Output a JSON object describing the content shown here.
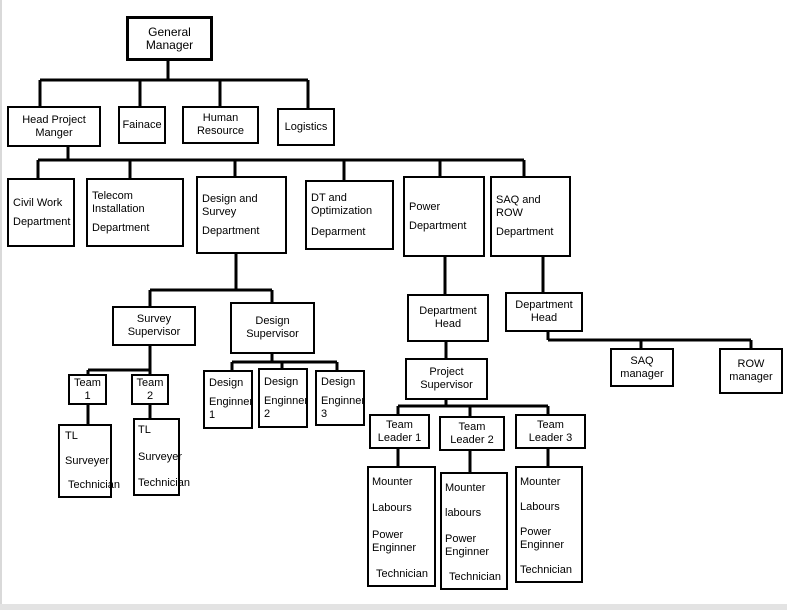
{
  "chart": {
    "root": {
      "label": "General Manager"
    },
    "level1": [
      {
        "label": "Head Project Manger"
      },
      {
        "label": "Fainace"
      },
      {
        "label": "Human Resource"
      },
      {
        "label": "Logistics"
      }
    ],
    "departments": [
      {
        "lines": [
          "Civil Work",
          "Department"
        ]
      },
      {
        "lines": [
          "Telecom Installation",
          "Department"
        ]
      },
      {
        "lines": [
          "Design and Survey",
          "Department"
        ]
      },
      {
        "lines": [
          "DT and Optimization",
          "Deparment"
        ]
      },
      {
        "lines": [
          "Power",
          "Department"
        ]
      },
      {
        "lines": [
          "SAQ and ROW",
          "Department"
        ]
      }
    ],
    "design_survey": {
      "survey_supervisor": "Survey Supervisor",
      "design_supervisor": "Design Supervisor",
      "teams": [
        {
          "label": "Team 1",
          "members": [
            "TL",
            "Surveyer",
            "Technician"
          ]
        },
        {
          "label": "Team 2",
          "members": [
            "TL",
            "Surveyer",
            "Technician"
          ]
        }
      ],
      "design_engineers": [
        {
          "lines": [
            "Design",
            "Enginner 1"
          ]
        },
        {
          "lines": [
            "Design",
            "Enginner 2"
          ]
        },
        {
          "lines": [
            "Design",
            "Enginner 3"
          ]
        }
      ]
    },
    "power": {
      "department_head": "Department Head",
      "project_supervisor": "Project Supervisor",
      "team_leaders": [
        {
          "label": "Team Leader 1",
          "members": [
            "Mounter",
            "Labours",
            "Power Enginner",
            "Technician"
          ]
        },
        {
          "label": "Team Leader 2",
          "members": [
            "Mounter",
            "labours",
            "Power Enginner",
            "Technician"
          ]
        },
        {
          "label": "Team Leader 3",
          "members": [
            "Mounter",
            "Labours",
            "Power Enginner",
            "Technician"
          ]
        }
      ]
    },
    "saq_row": {
      "department_head": "Department Head",
      "managers": [
        {
          "label": "SAQ manager"
        },
        {
          "label": "ROW manager"
        }
      ]
    }
  }
}
